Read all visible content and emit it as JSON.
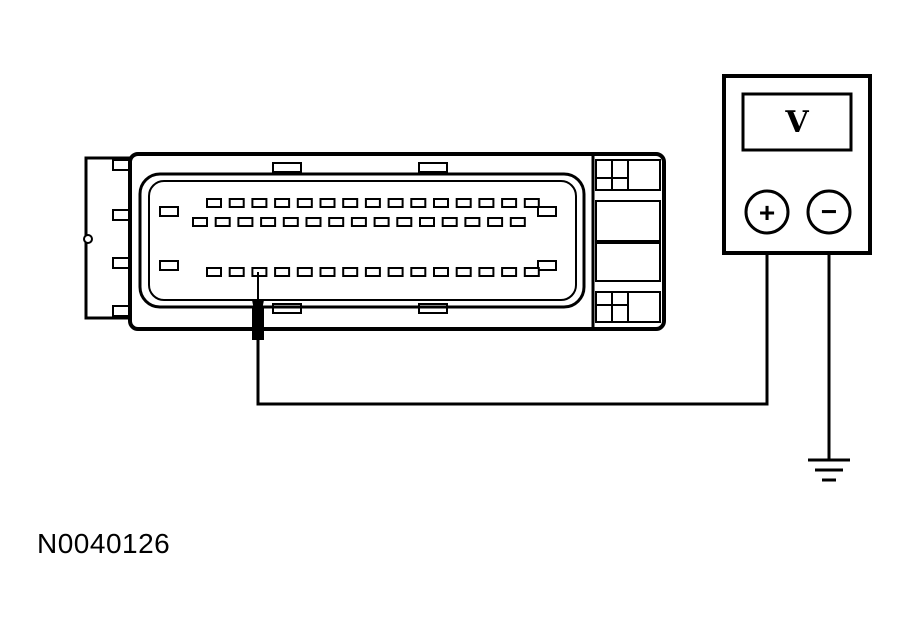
{
  "figure_id": "N0040126",
  "meter": {
    "display": "V",
    "positive_symbol": "+",
    "negative_symbol": "−"
  },
  "connector": {
    "pin_rows": [
      15,
      15,
      15
    ]
  },
  "colors": {
    "ink": "#000000",
    "background": "#ffffff"
  }
}
